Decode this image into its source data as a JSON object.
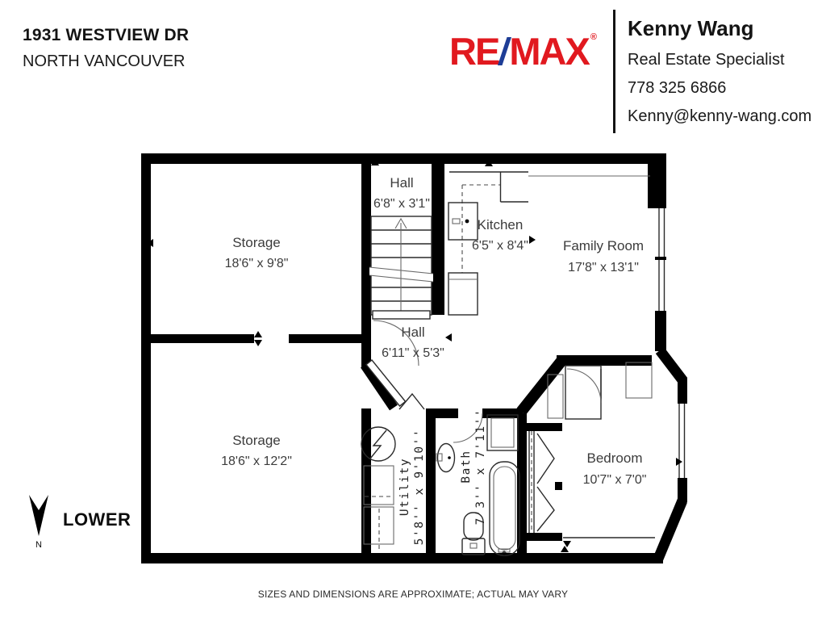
{
  "header": {
    "address": {
      "line1": "1931 WESTVIEW DR",
      "line2": "NORTH VANCOUVER"
    },
    "logo": {
      "re": "RE",
      "slash": "/",
      "max": "MAX",
      "registered": "®",
      "red": "#e1191f",
      "blue": "#1e3d96"
    },
    "agent": {
      "name": "Kenny Wang",
      "title": "Real Estate Specialist",
      "phone": "778 325 6866",
      "email": "Kenny@kenny-wang.com"
    }
  },
  "plan": {
    "level_label": "LOWER",
    "north_label": "N",
    "wall_color": "#000000",
    "label_color": "#3c3c3c",
    "rooms": [
      {
        "name": "Hall",
        "dims": "6'8\" x 3'1\""
      },
      {
        "name": "Kitchen",
        "dims": "6'5\" x 8'4\""
      },
      {
        "name": "Family Room",
        "dims": "17'8\" x 13'1\""
      },
      {
        "name": "Storage",
        "dims": "18'6\" x 9'8\""
      },
      {
        "name": "Hall",
        "dims": "6'11\" x 5'3\""
      },
      {
        "name": "Storage",
        "dims": "18'6\" x 12'2\""
      },
      {
        "name": "Utility",
        "dims": "5'8'' x 9'10''"
      },
      {
        "name": "Bath",
        "dims": "7'3'' x 7'11''"
      },
      {
        "name": "Bedroom",
        "dims": "10'7\" x 7'0\""
      }
    ]
  },
  "footer": {
    "disclaimer": "SIZES AND DIMENSIONS ARE APPROXIMATE; ACTUAL MAY VARY"
  }
}
